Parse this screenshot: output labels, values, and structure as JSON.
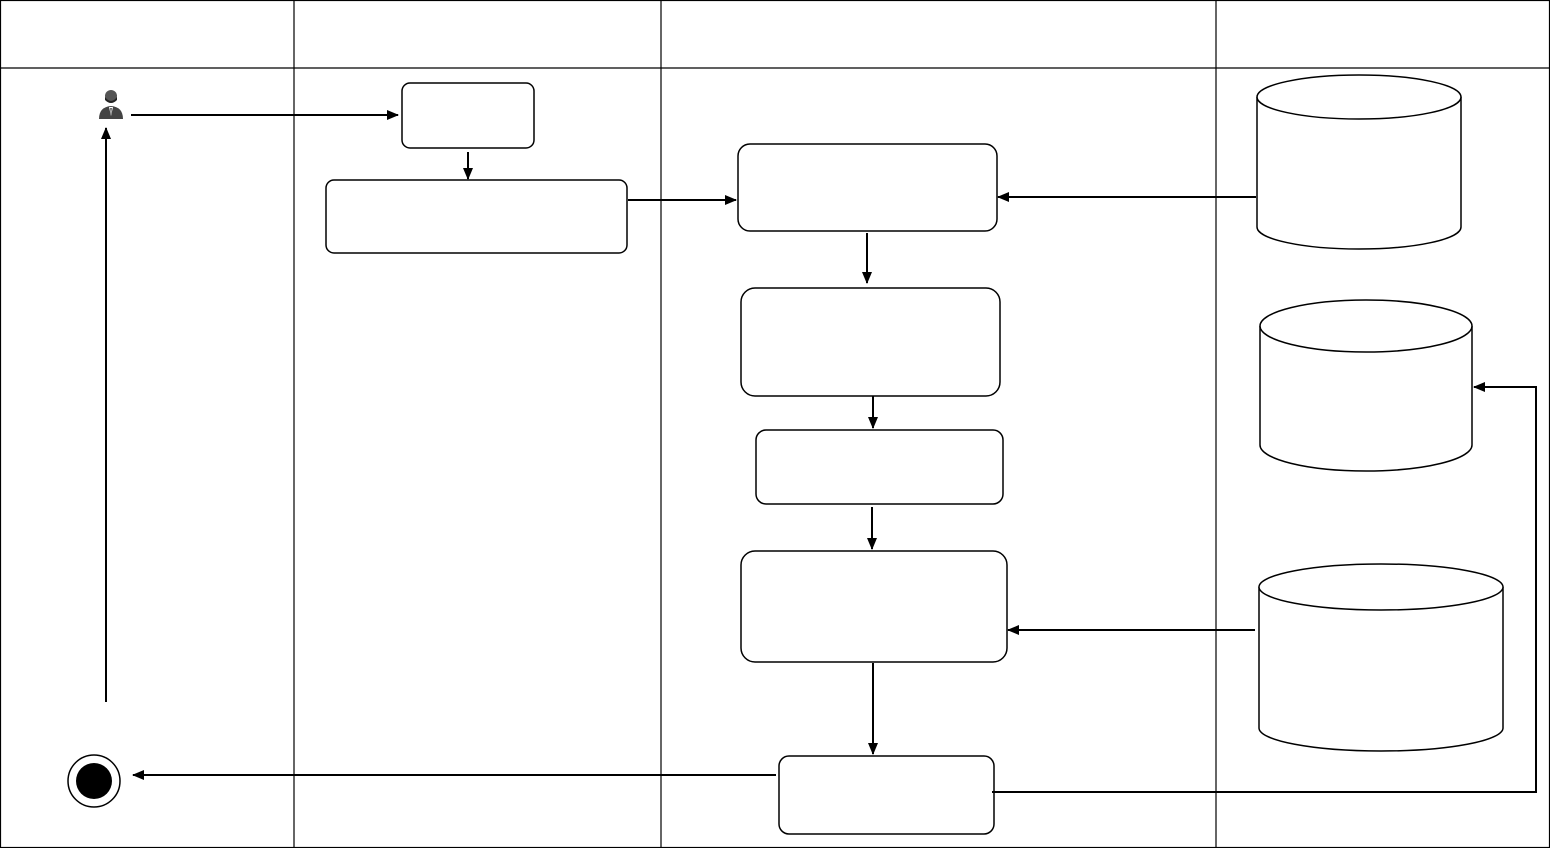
{
  "diagram": {
    "type": "swimlane-activity-diagram",
    "stroke_color": "#000000",
    "background_color": "#ffffff",
    "lanes": [
      {
        "id": "lane-1",
        "label": ""
      },
      {
        "id": "lane-2",
        "label": ""
      },
      {
        "id": "lane-3",
        "label": ""
      },
      {
        "id": "lane-4",
        "label": ""
      }
    ],
    "nodes": [
      {
        "id": "actor",
        "kind": "actor",
        "icon": "user-icon",
        "label": ""
      },
      {
        "id": "box-a",
        "kind": "process",
        "label": ""
      },
      {
        "id": "box-b",
        "kind": "process",
        "label": ""
      },
      {
        "id": "box-c",
        "kind": "process",
        "label": ""
      },
      {
        "id": "box-d",
        "kind": "process",
        "label": ""
      },
      {
        "id": "box-e",
        "kind": "process",
        "label": ""
      },
      {
        "id": "box-f",
        "kind": "process",
        "label": ""
      },
      {
        "id": "box-g",
        "kind": "process",
        "label": ""
      },
      {
        "id": "db-1",
        "kind": "database",
        "label": ""
      },
      {
        "id": "db-2",
        "kind": "database",
        "label": ""
      },
      {
        "id": "db-3",
        "kind": "database",
        "label": ""
      },
      {
        "id": "end",
        "kind": "final-state",
        "label": ""
      }
    ],
    "edges": [
      {
        "from": "actor",
        "to": "box-a"
      },
      {
        "from": "box-a",
        "to": "box-b"
      },
      {
        "from": "box-b",
        "to": "box-c"
      },
      {
        "from": "db-1",
        "to": "box-c"
      },
      {
        "from": "box-c",
        "to": "box-d"
      },
      {
        "from": "box-d",
        "to": "box-e"
      },
      {
        "from": "box-e",
        "to": "box-f"
      },
      {
        "from": "db-3",
        "to": "box-f"
      },
      {
        "from": "box-f",
        "to": "box-g"
      },
      {
        "from": "box-g",
        "to": "end"
      },
      {
        "from": "box-g",
        "to": "db-2"
      },
      {
        "from": "end",
        "to": "actor"
      }
    ]
  }
}
